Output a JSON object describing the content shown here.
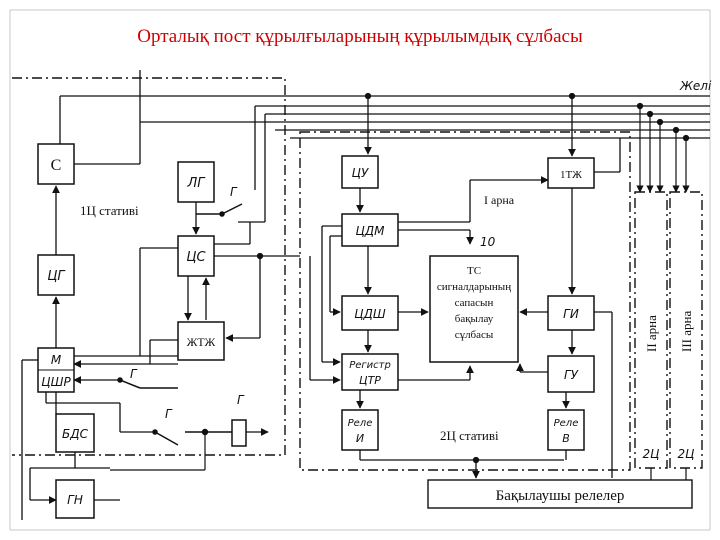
{
  "title": "Орталық пост құрылғыларының құрылымдық сұлбасы",
  "labels": {
    "network": "Желі",
    "c": "С",
    "rack1": "1Ц стативі",
    "tsg": "ЦГ",
    "m": "М",
    "tshr": "ЦШР",
    "bds": "БДС",
    "gn": "ГН",
    "lg": "ЛГ",
    "tss": "ЦС",
    "zhtzh": "ЖТЖ",
    "g": "Г",
    "tsu": "ЦУ",
    "tsdm": "ЦДМ",
    "tsdsh": "ЦДШ",
    "register_line1": "Регистр",
    "register_line2": "ЦТР",
    "relay_i_line1": "Реле",
    "relay_i_line2": "И",
    "itzh": "1ТЖ",
    "channel1": "І арна",
    "num10": "10",
    "ts_block_lines": [
      "ТС",
      "сигналдарының",
      "сапасын",
      "бақылау",
      "сұлбасы"
    ],
    "gi": "ГИ",
    "gu": "ГУ",
    "relay_v_line1": "Реле",
    "relay_v_line2": "В",
    "rack2": "2Ц стативі",
    "channel2": "ІІ арна",
    "channel3": "ІІІ арна",
    "twots_a": "2Ц",
    "twots_b": "2Ц",
    "control_relays": "Бақылаушы релелер"
  }
}
